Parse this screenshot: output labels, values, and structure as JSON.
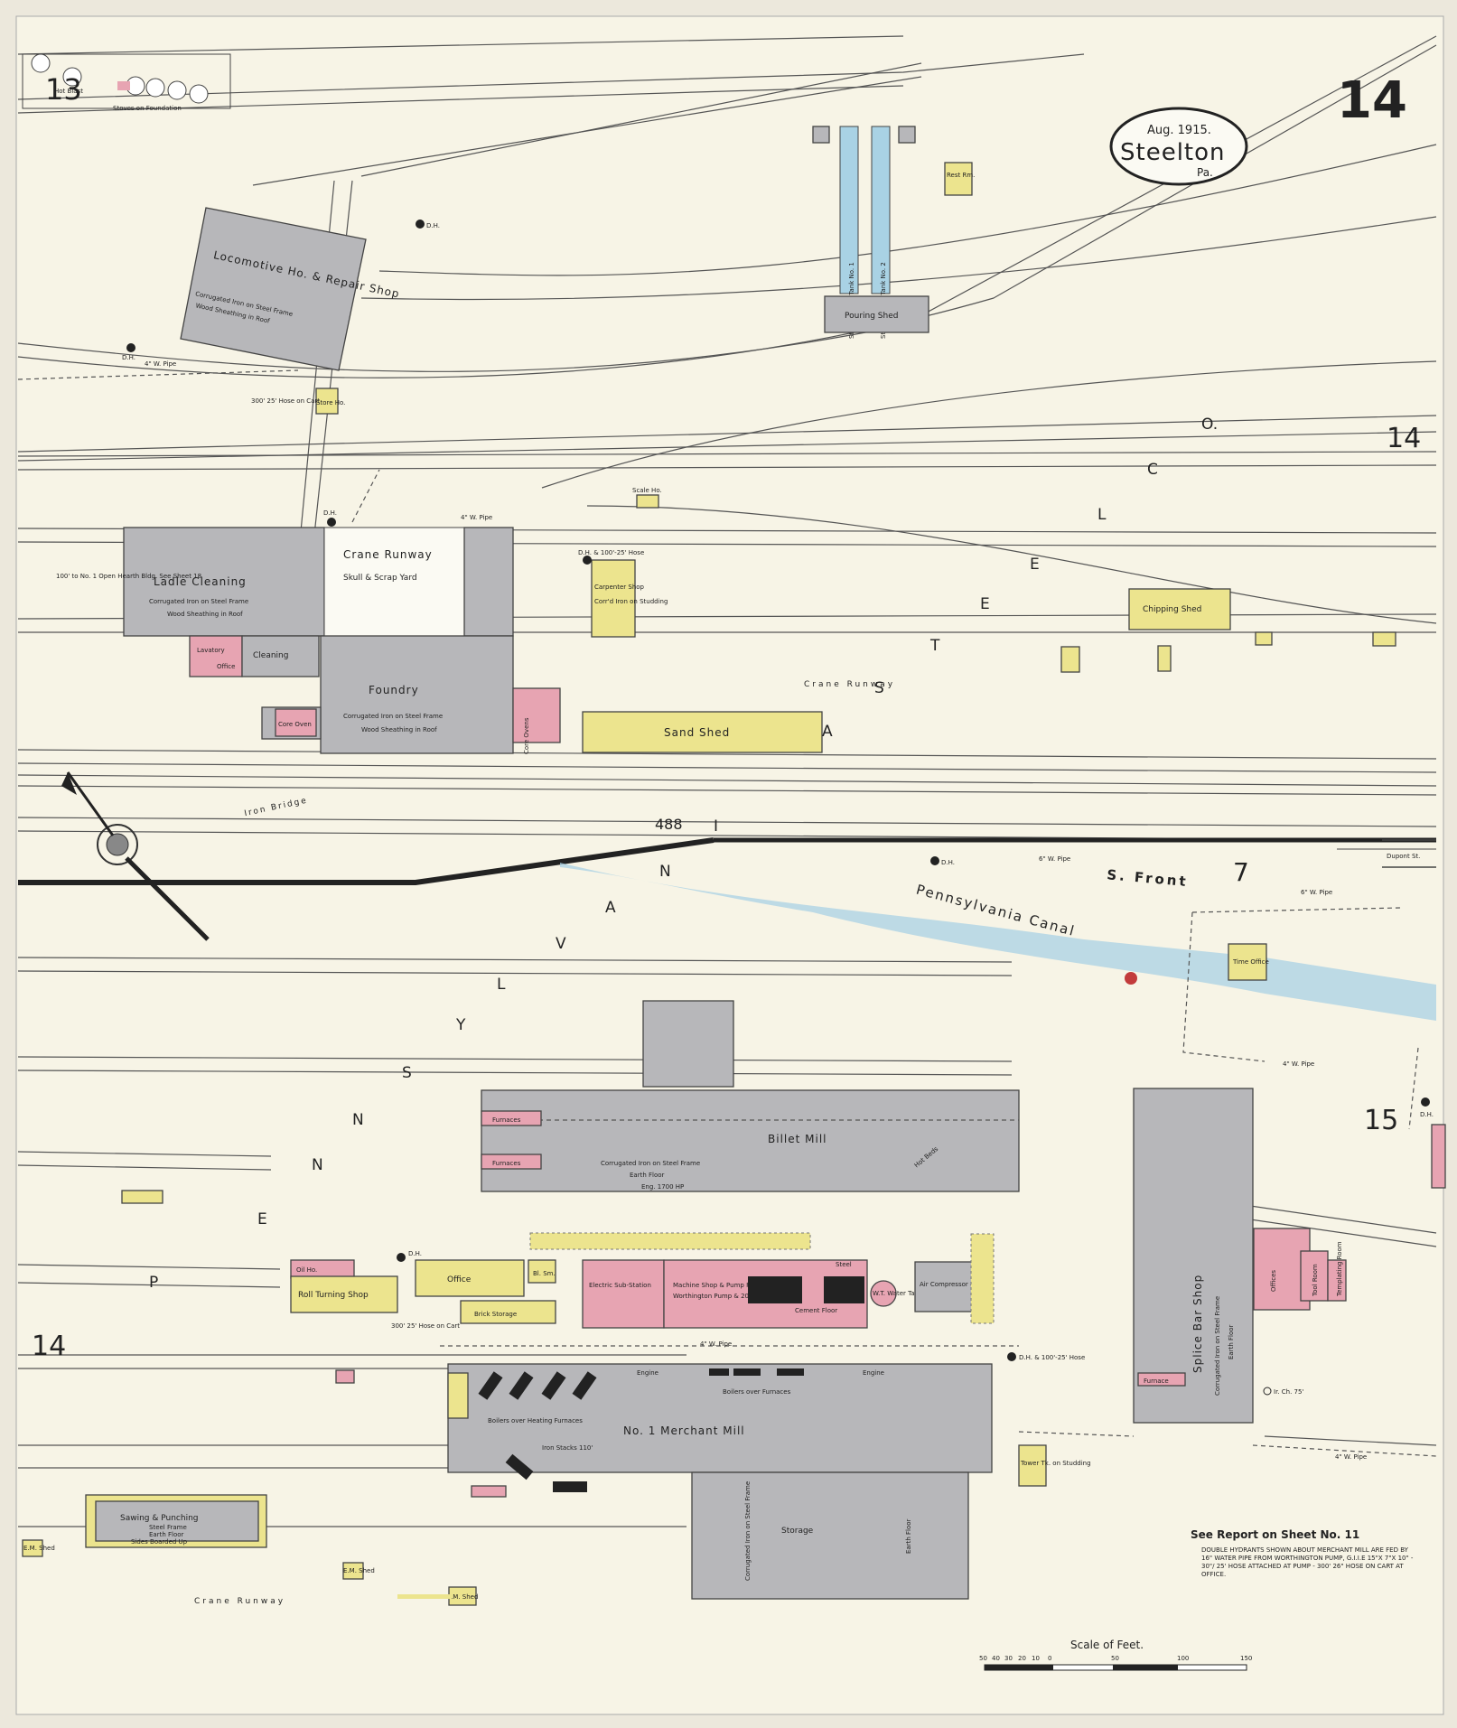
{
  "header": {
    "date": "Aug. 1915.",
    "town": "Steelton",
    "state": "Pa.",
    "sheet_number": "14"
  },
  "adjacent_sheets": {
    "top_left": "13",
    "right": "14",
    "right_lower": "15",
    "left_lower": "14",
    "street_number": "7"
  },
  "company_lettering": [
    "P",
    "E",
    "N",
    "N",
    "S",
    "Y",
    "L",
    "V",
    "A",
    "N",
    "I",
    "A",
    "S",
    "T",
    "E",
    "E",
    "L",
    "C",
    "O."
  ],
  "waterway": "Pennsylvania Canal",
  "streets": {
    "front": "S. Front",
    "dupont": "Dupont St.",
    "route": "488"
  },
  "buildings": {
    "locomotive": {
      "name": "Locomotive Ho. & Repair Shop",
      "construction": "Corrugated Iron on Steel Frame",
      "detail": "Wood Sheathing in Roof"
    },
    "ladle": {
      "name": "Ladle Cleaning",
      "construction": "Corrugated Iron on Steel Frame",
      "detail": "Wood Sheathing in Roof"
    },
    "crane_runway_yard": {
      "name": "Crane Runway",
      "detail": "Skull & Scrap Yard"
    },
    "foundry": {
      "name": "Foundry",
      "construction": "Corrugated Iron on Steel Frame",
      "detail": "Wood Sheathing in Roof"
    },
    "lavatory": "Lavatory",
    "office_small": "Office",
    "cleaning": "Cleaning",
    "core_oven": "Core Oven",
    "core_ovens": "Core Ovens",
    "carpenter": {
      "name": "Carpenter Shop",
      "detail": "Corr'd Iron on Studding"
    },
    "sand_shed": "Sand Shed",
    "chipping_shed": "Chipping Shed",
    "pouring_shed": "Pouring Shed",
    "rest_rm": "Rest Rm.",
    "store_ho": "Store Ho.",
    "scale_ho": "Scale Ho.",
    "cooling_tank_1": "Steel Cooling Tank No. 1",
    "cooling_tank_2": "Steel Cooling Tank No. 2",
    "billet_mill": {
      "name": "Billet Mill",
      "construction": "Corrugated Iron on Steel Frame",
      "floor": "Earth Floor",
      "hot_beds": "Hot Beds",
      "engine": "Eng. 1700 HP"
    },
    "furnaces": "Furnaces",
    "furnace": "Furnace",
    "roll_turning": "Roll Turning Shop",
    "office": "Office",
    "brick_storage": "Brick Storage",
    "bl_sm": "Bl. Sm.",
    "electric": "Electric Sub-Station",
    "machine_shop": {
      "name": "Machine Shop & Pump Room",
      "detail": "Worthington Pump & 20'-15' Hose"
    },
    "cement_floor": "Cement Floor",
    "steel": "Steel",
    "water_tank": "W.T. Water Tank",
    "air_compressor": "Air Compressor (Steel)",
    "time_office": "Time Office",
    "splice_bar": {
      "name": "Splice Bar Shop",
      "construction": "Corrugated Iron on Steel Frame",
      "floor": "Earth Floor"
    },
    "offices": "Offices",
    "tool_room": "Tool Room",
    "templating": "Templating Room",
    "merchant_mill": {
      "name": "No. 1 Merchant Mill",
      "engine": "Engine",
      "boilers": "Boilers over Furnaces",
      "heating": "Boilers over Heating Furnaces",
      "stacks": "Iron Stacks 110'",
      "construction": "Corrugated Iron on Steel Frame",
      "floor": "Earth Floor",
      "storage": "Storage"
    },
    "sawing": {
      "name": "Sawing & Punching",
      "construction": "Steel Frame",
      "floor": "Earth Floor",
      "detail": "Sides Boarded Up"
    },
    "em_shed": "E.M. Shed",
    "tin_shed": "I.M. Shed",
    "tower": "Tower Tk. on Studding",
    "oil_ho": "Oil Ho."
  },
  "labels": {
    "crane_runway": "Crane Runway",
    "iron_bridge": "Iron Bridge",
    "dh": "D.H.",
    "dh_hose": "D.H. & 100'-25' Hose",
    "wpipe": "4\" W. Pipe",
    "gw_pipe": "6\" W. Pipe",
    "chimney": "Ir. Ch. 75'",
    "to_open_hearth": "100' to No. 1 Open Hearth Bldg. See Sheet 18",
    "hose_on_cart": "300' 25' Hose on Cart",
    "stoves": "Stoves on Foundation",
    "hot_blast": "Hot Blast"
  },
  "notes": {
    "report": "See Report on Sheet No. 11",
    "hydrants": "Double hydrants shown about merchant mill are fed by 16\" water pipe from Worthington pump, G.I.I.E 15\"x 7\"x 10\" - 30\"/ 25' Hose attached at pump - 300' 26\" Hose on cart at office."
  },
  "scale": {
    "title": "Scale of Feet.",
    "ticks": [
      "50",
      "40",
      "30",
      "20",
      "10",
      "0",
      "50",
      "100",
      "150"
    ]
  },
  "colors": {
    "paper": "#f7f4e6",
    "gray_building": "#b7b7ba",
    "yellow_frame": "#ece48e",
    "pink_brick": "#e7a4b2",
    "canal": "#a9d2e4",
    "track": "#555555"
  }
}
